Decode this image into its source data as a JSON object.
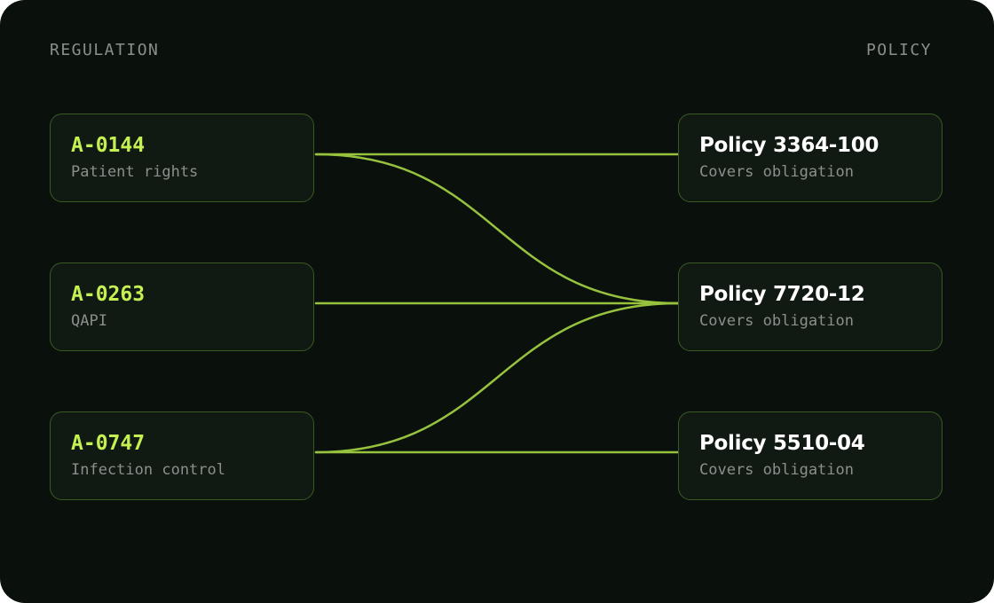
{
  "headers": {
    "left": "REGULATION",
    "right": "POLICY"
  },
  "regulations": [
    {
      "code": "A-0144",
      "name": "Patient rights"
    },
    {
      "code": "A-0263",
      "name": "QAPI"
    },
    {
      "code": "A-0747",
      "name": "Infection control"
    }
  ],
  "policies": [
    {
      "title": "Policy 3364-100",
      "note": "Covers obligation"
    },
    {
      "title": "Policy 7720-12",
      "note": "Covers obligation"
    },
    {
      "title": "Policy 5510-04",
      "note": "Covers obligation"
    }
  ],
  "links": [
    {
      "from": "A-0144",
      "to": "Policy 3364-100"
    },
    {
      "from": "A-0144",
      "to": "Policy 7720-12"
    },
    {
      "from": "A-0263",
      "to": "Policy 7720-12"
    },
    {
      "from": "A-0747",
      "to": "Policy 7720-12"
    },
    {
      "from": "A-0747",
      "to": "Policy 5510-04"
    }
  ],
  "colors": {
    "background": "#0a110d",
    "accent": "#c5f052",
    "link": "#97c23d",
    "node_border": "#3b5a23"
  }
}
